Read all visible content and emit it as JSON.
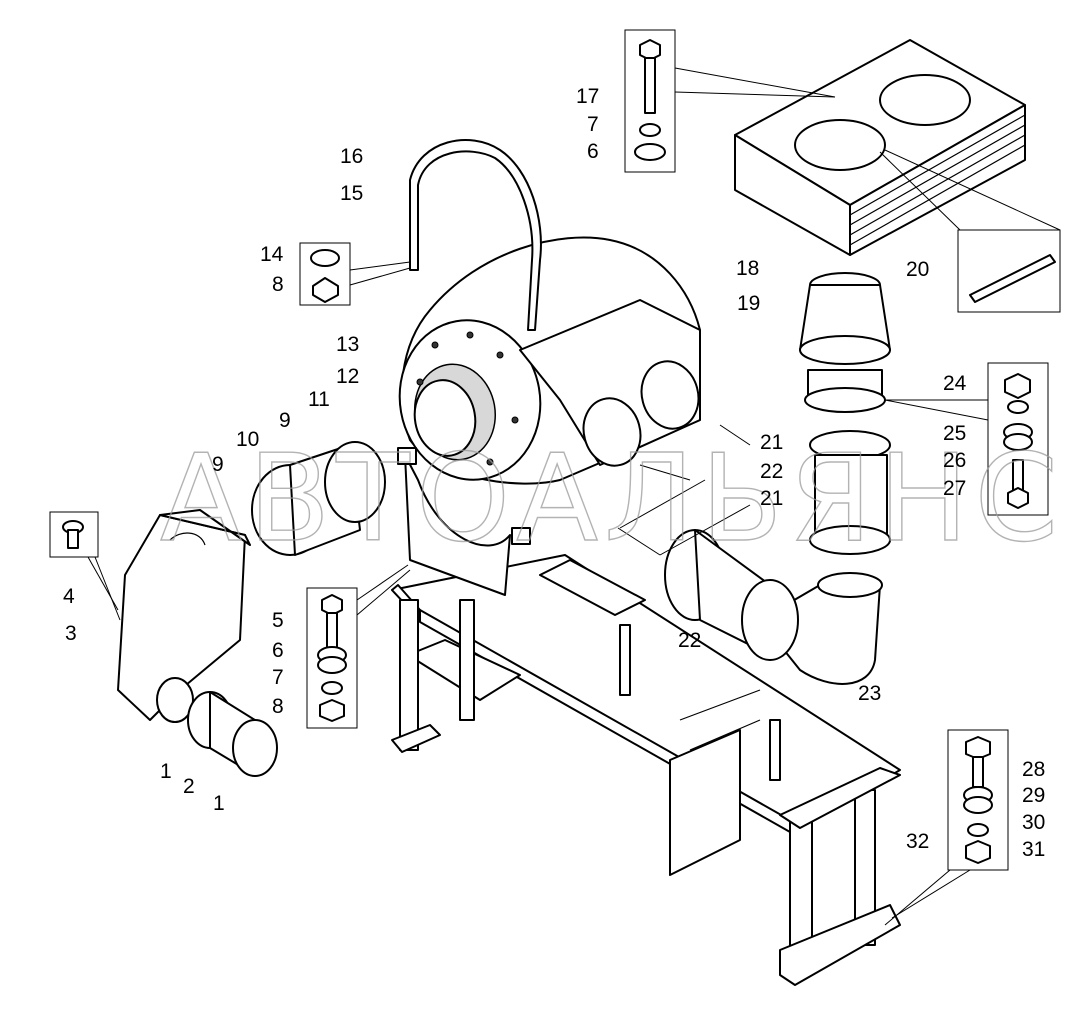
{
  "watermark": "АВТОАЛЬЯНС",
  "callouts": [
    {
      "id": "c1a",
      "text": "1"
    },
    {
      "id": "c1b",
      "text": "1"
    },
    {
      "id": "c2",
      "text": "2"
    },
    {
      "id": "c3",
      "text": "3"
    },
    {
      "id": "c4",
      "text": "4"
    },
    {
      "id": "c5",
      "text": "5"
    },
    {
      "id": "c6a",
      "text": "6"
    },
    {
      "id": "c6b",
      "text": "6"
    },
    {
      "id": "c7a",
      "text": "7"
    },
    {
      "id": "c7b",
      "text": "7"
    },
    {
      "id": "c8a",
      "text": "8"
    },
    {
      "id": "c8b",
      "text": "8"
    },
    {
      "id": "c9a",
      "text": "9"
    },
    {
      "id": "c9b",
      "text": "9"
    },
    {
      "id": "c10",
      "text": "10"
    },
    {
      "id": "c11",
      "text": "11"
    },
    {
      "id": "c12",
      "text": "12"
    },
    {
      "id": "c13",
      "text": "13"
    },
    {
      "id": "c14",
      "text": "14"
    },
    {
      "id": "c15",
      "text": "15"
    },
    {
      "id": "c16",
      "text": "16"
    },
    {
      "id": "c17",
      "text": "17"
    },
    {
      "id": "c18",
      "text": "18"
    },
    {
      "id": "c19",
      "text": "19"
    },
    {
      "id": "c20",
      "text": "20"
    },
    {
      "id": "c21a",
      "text": "21"
    },
    {
      "id": "c21b",
      "text": "21"
    },
    {
      "id": "c22a",
      "text": "22"
    },
    {
      "id": "c22b",
      "text": "22"
    },
    {
      "id": "c23",
      "text": "23"
    },
    {
      "id": "c24",
      "text": "24"
    },
    {
      "id": "c25",
      "text": "25"
    },
    {
      "id": "c26",
      "text": "26"
    },
    {
      "id": "c27",
      "text": "27"
    },
    {
      "id": "c28",
      "text": "28"
    },
    {
      "id": "c29",
      "text": "29"
    },
    {
      "id": "c30",
      "text": "30"
    },
    {
      "id": "c31",
      "text": "31"
    },
    {
      "id": "c32",
      "text": "32"
    }
  ]
}
